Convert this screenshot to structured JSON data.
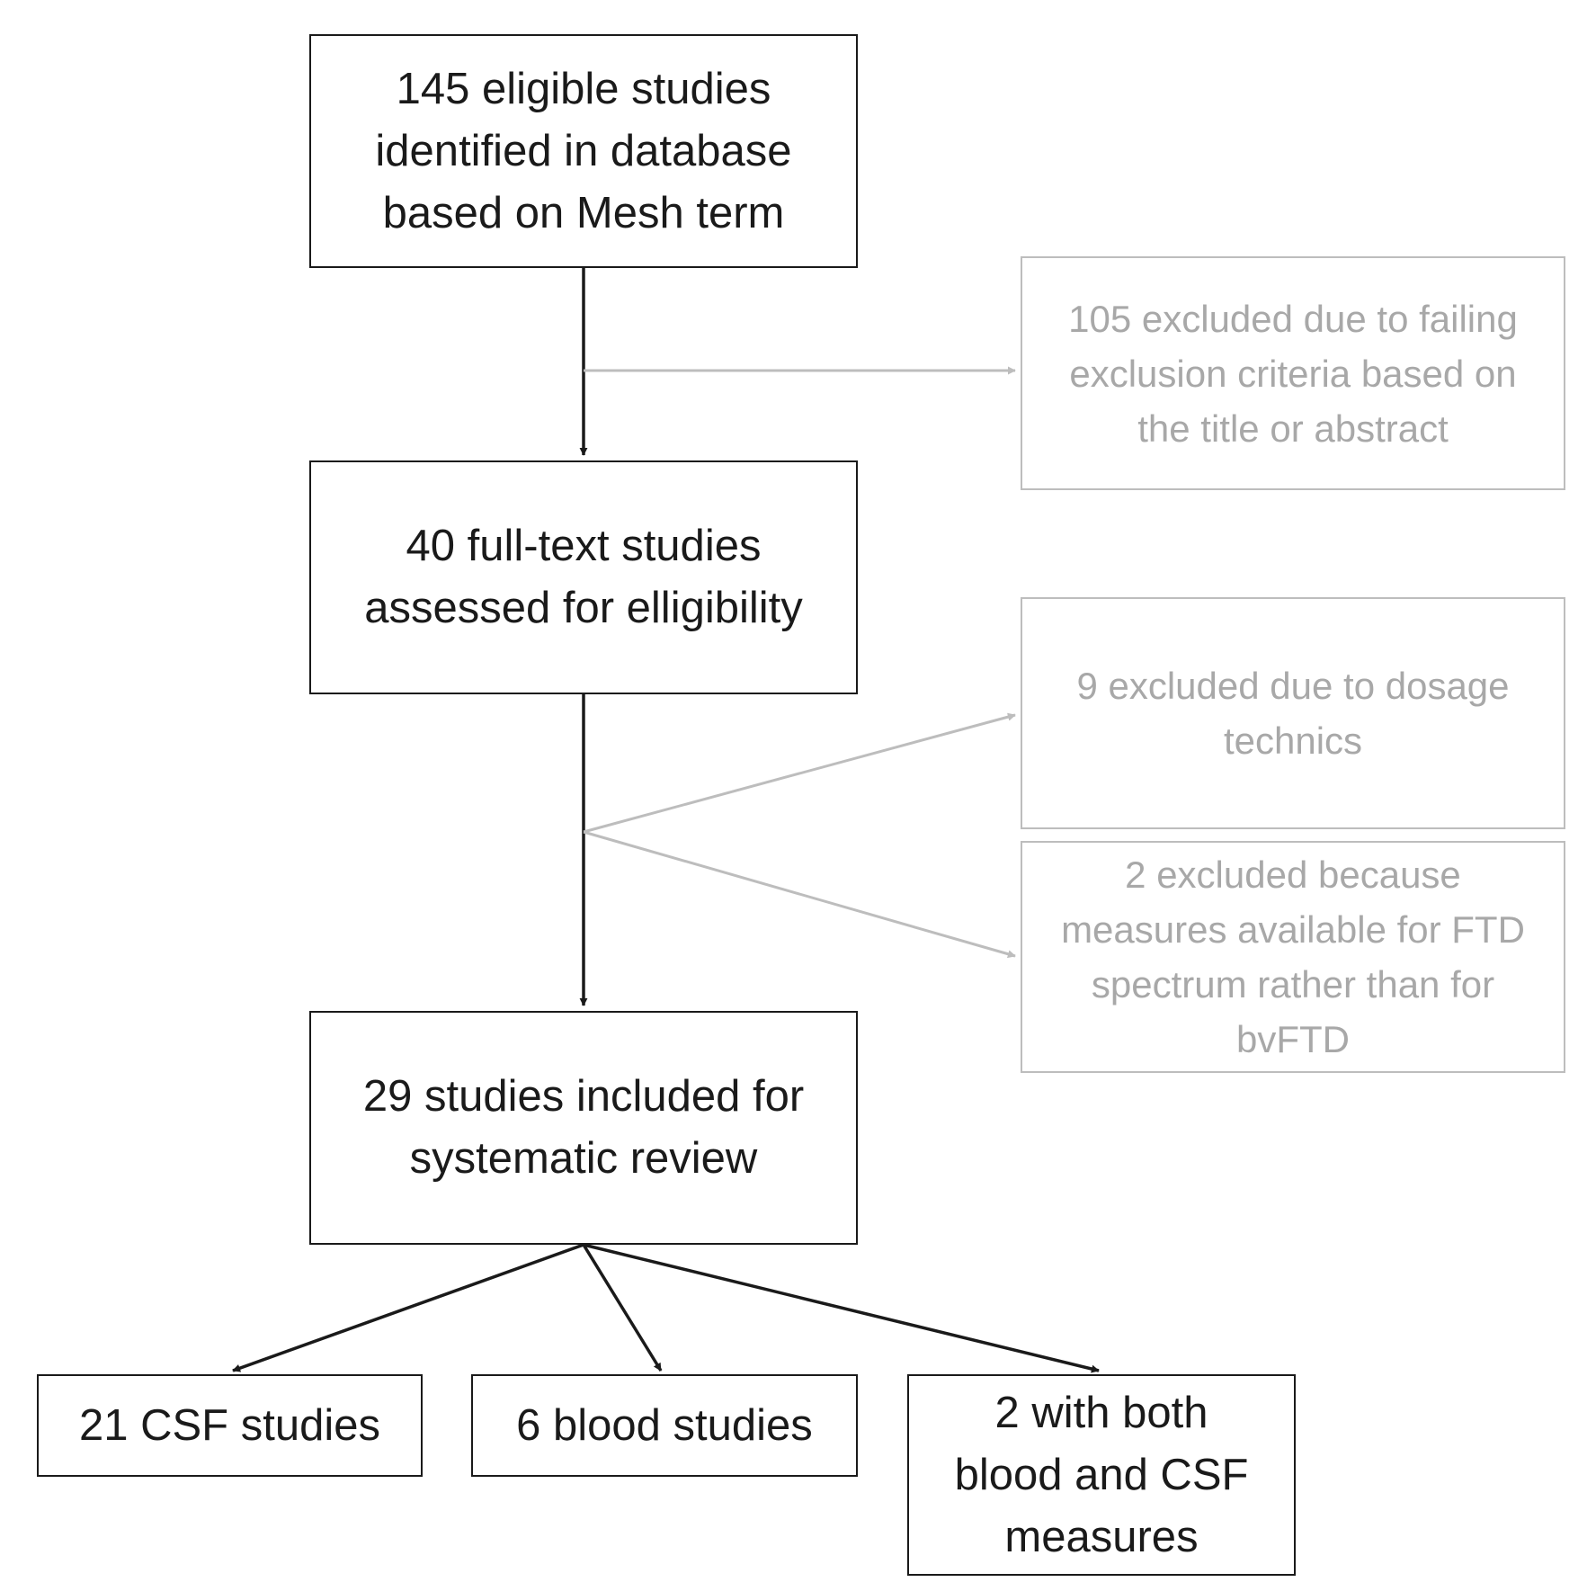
{
  "colors": {
    "main_line": "#1a1a1a",
    "exclusion_line": "#bdbdbd",
    "exclusion_text": "#a8a8a8",
    "background": "#ffffff"
  },
  "boxes": {
    "identified": "145 eligible studies\nidentified in database\nbased on Mesh term",
    "excluded_title_abstract": "105 excluded due to failing\nexclusion criteria based on\nthe title or abstract",
    "full_text": "40 full-text studies\nassessed for elligibility",
    "excluded_dosage": "9 excluded due to dosage\ntechnics",
    "excluded_ftd": "2 excluded because\nmeasures available for FTD\nspectrum rather than for\nbvFTD",
    "included": "29 studies included for\nsystematic review",
    "csf": "21 CSF studies",
    "blood": "6 blood studies",
    "both": "2 with both\nblood and CSF\nmeasures"
  }
}
